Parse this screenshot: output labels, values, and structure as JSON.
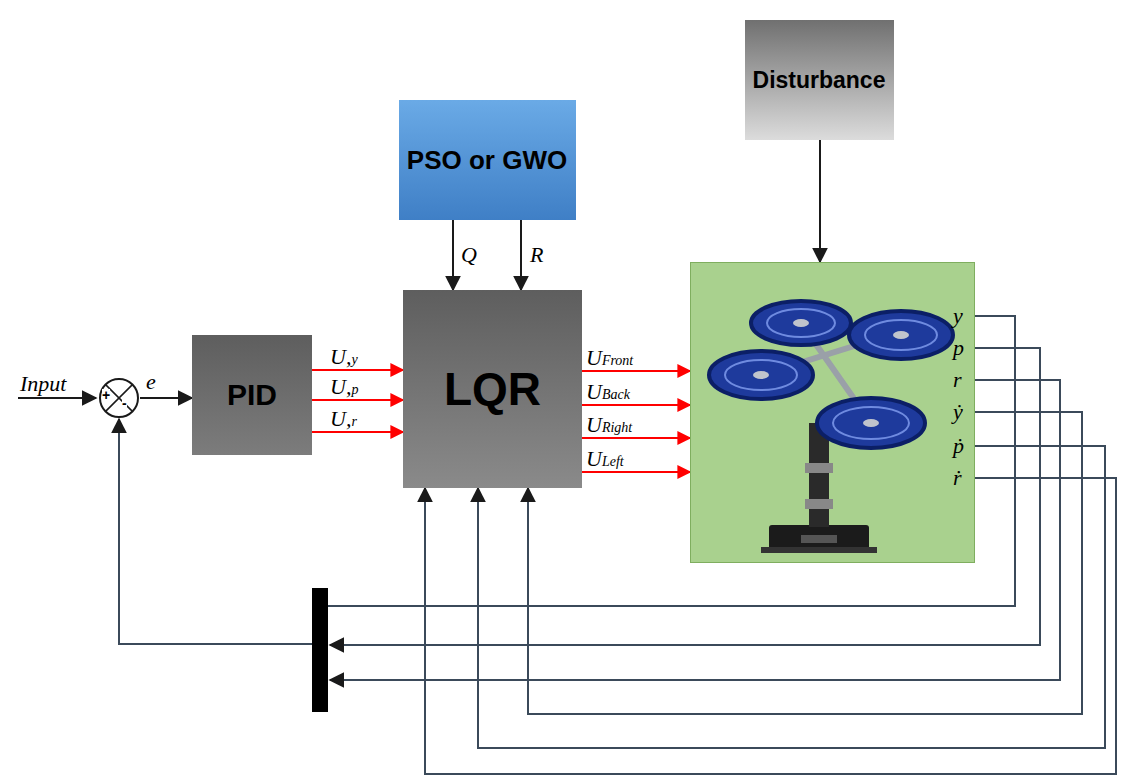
{
  "diagram": {
    "nodes": [
      {
        "text": [
          "PSO or GWO"
        ]
      },
      {
        "text": [
          "Disturbance"
        ]
      },
      {
        "text": [
          "+",
          "-"
        ]
      },
      {
        "text": [
          "PID"
        ]
      },
      {
        "text": [
          "LQR"
        ]
      },
      {
        "text": [
          "y",
          "p",
          "r",
          "ẏ",
          "ṗ",
          "ṙ"
        ]
      }
    ],
    "edges": [
      {
        "from": 2,
        "to": 3,
        "arrow": "to",
        "label": "e"
      },
      {
        "from": 3,
        "to": 4,
        "arrow": "to",
        "label": "U,y"
      },
      {
        "from": 3,
        "to": 4,
        "arrow": "to",
        "label": "U,p"
      },
      {
        "from": 3,
        "to": 4,
        "arrow": "to",
        "label": "U,r"
      },
      {
        "from": 0,
        "to": 4,
        "arrow": "to",
        "label": "Q"
      },
      {
        "from": 0,
        "to": 4,
        "arrow": "to",
        "label": "R"
      },
      {
        "from": 4,
        "to": 5,
        "arrow": "to",
        "label": "UFront"
      },
      {
        "from": 4,
        "to": 5,
        "arrow": "to",
        "label": "UBack"
      },
      {
        "from": 4,
        "to": 5,
        "arrow": "to",
        "label": "URight"
      },
      {
        "from": 4,
        "to": 5,
        "arrow": "to",
        "label": "ULeft"
      },
      {
        "from": 1,
        "to": 5,
        "arrow": "to"
      },
      {
        "from": 5,
        "to": 2,
        "arrow": "to"
      },
      {
        "from": 5,
        "to": 4,
        "arrow": "to"
      },
      {
        "from": 5,
        "to": 4,
        "arrow": "to"
      },
      {
        "from": 5,
        "to": 4,
        "arrow": "to"
      }
    ],
    "labels": [
      "Input"
    ]
  }
}
